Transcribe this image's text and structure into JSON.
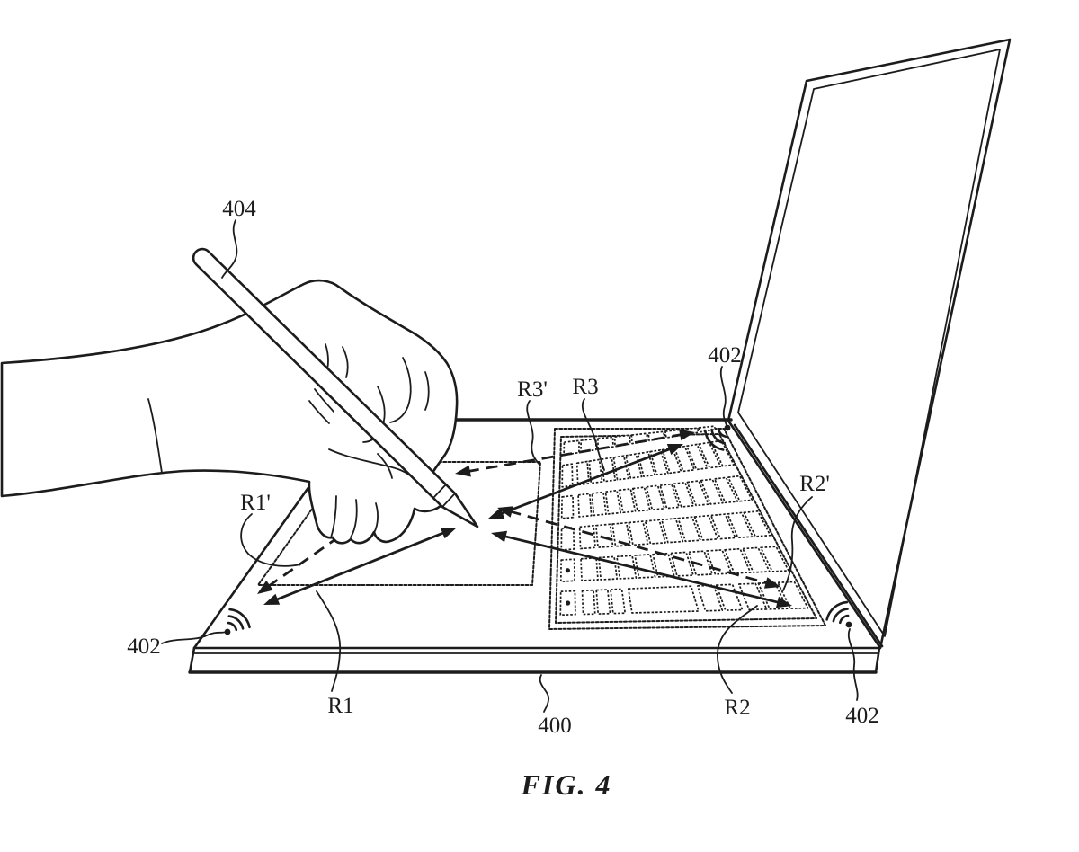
{
  "figure": {
    "caption": "FIG. 4",
    "kind": "patent-line-drawing",
    "description": "Hand holding a stylus over a laptop; ranging arrows between stylus tip and three antennas",
    "labels": {
      "stylus": "404",
      "device": "400",
      "antenna_top": "402",
      "antenna_left": "402",
      "antenna_right": "402",
      "range_r1": "R1",
      "range_r1_prime": "R1'",
      "range_r2": "R2",
      "range_r2_prime": "R2'",
      "range_r3": "R3",
      "range_r3_prime": "R3'"
    },
    "icons": {
      "antenna_signal": "wifi-arcs-icon"
    },
    "colors": {
      "ink": "#1c1c1c",
      "background": "#ffffff"
    }
  }
}
